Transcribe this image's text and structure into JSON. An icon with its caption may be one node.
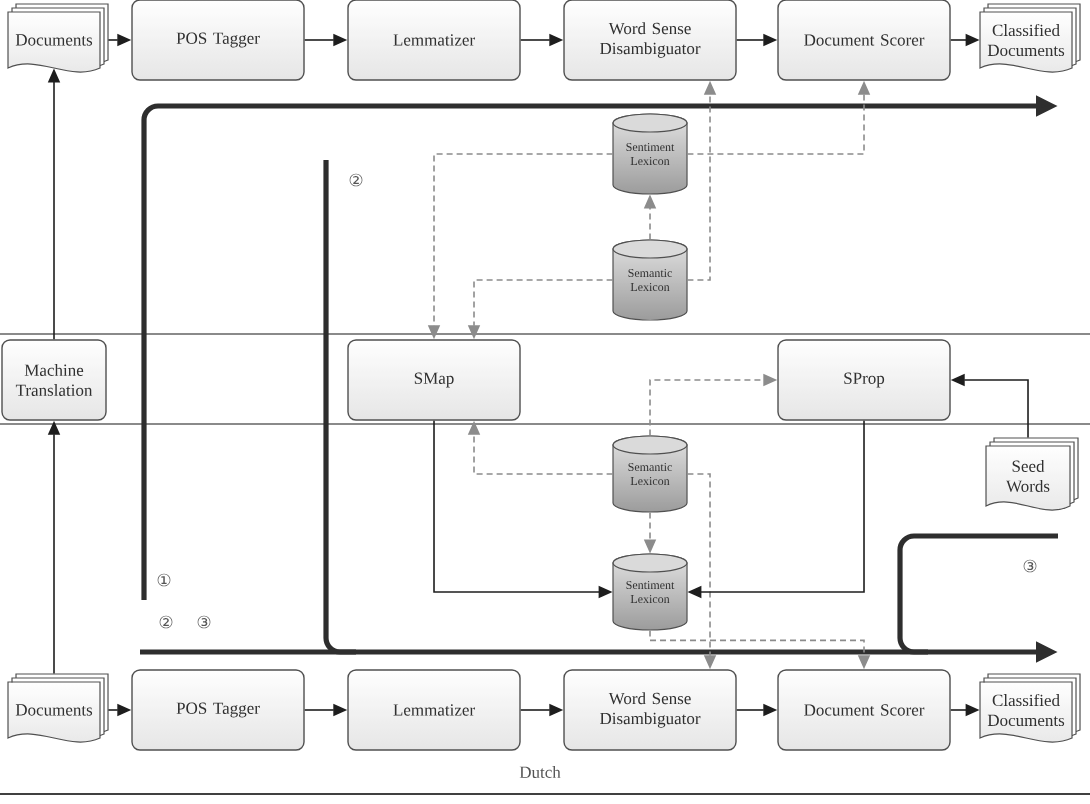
{
  "diagram": {
    "nodes": [
      {
        "text": [
          "Documents"
        ]
      },
      {
        "text": [
          "POS Tagger"
        ]
      },
      {
        "text": [
          "Lemmatizer"
        ]
      },
      {
        "text": [
          "Word Sense Disambiguator"
        ]
      },
      {
        "text": [
          "Document Scorer"
        ]
      },
      {
        "text": [
          "Classified Documents"
        ]
      },
      {
        "text": [
          "Sentiment Lexicon"
        ]
      },
      {
        "text": [
          "Semantic Lexicon"
        ]
      },
      {
        "text": [
          "Machine Translation"
        ]
      },
      {
        "text": [
          "SMap"
        ]
      },
      {
        "text": [
          "SProp"
        ]
      },
      {
        "text": [
          "Seed Words"
        ]
      },
      {
        "text": [
          "Semantic Lexicon"
        ]
      },
      {
        "text": [
          "Sentiment Lexicon"
        ]
      },
      {
        "text": [
          "Documents"
        ]
      },
      {
        "text": [
          "POS Tagger"
        ]
      },
      {
        "text": [
          "Lemmatizer"
        ]
      },
      {
        "text": [
          "Word Sense Disambiguator"
        ]
      },
      {
        "text": [
          "Document Scorer"
        ]
      },
      {
        "text": [
          "Classified Documents"
        ]
      }
    ],
    "edges": [
      {
        "from": 0,
        "to": 1,
        "arrow": "to"
      },
      {
        "from": 1,
        "to": 2,
        "arrow": "to"
      },
      {
        "from": 2,
        "to": 3,
        "arrow": "to"
      },
      {
        "from": 3,
        "to": 4,
        "arrow": "to"
      },
      {
        "from": 4,
        "to": 5,
        "arrow": "to"
      },
      {
        "from": 14,
        "to": 8,
        "arrow": "to"
      },
      {
        "from": 8,
        "to": 0,
        "arrow": "to"
      },
      {
        "from": 7,
        "to": 6,
        "arrow": "to",
        "style": "dashed",
        "color": "#8c8c8c"
      },
      {
        "from": 6,
        "to": 9,
        "arrow": "to",
        "style": "dashed",
        "color": "#8c8c8c"
      },
      {
        "from": 6,
        "to": 4,
        "arrow": "to",
        "style": "dashed",
        "color": "#8c8c8c"
      },
      {
        "from": 7,
        "to": 9,
        "arrow": "to",
        "style": "dashed",
        "color": "#8c8c8c"
      },
      {
        "from": 7,
        "to": 3,
        "arrow": "to",
        "style": "dashed",
        "color": "#8c8c8c"
      },
      {
        "from": 11,
        "to": 10,
        "arrow": "to"
      },
      {
        "from": 12,
        "to": 10,
        "arrow": "to",
        "style": "dashed",
        "color": "#8c8c8c"
      },
      {
        "from": 12,
        "to": 9,
        "arrow": "to",
        "style": "dashed",
        "color": "#8c8c8c"
      },
      {
        "from": 12,
        "to": 13,
        "arrow": "to",
        "style": "dashed",
        "color": "#8c8c8c"
      },
      {
        "from": 12,
        "to": 17,
        "arrow": "to",
        "style": "dashed",
        "color": "#8c8c8c"
      },
      {
        "from": 13,
        "to": 18,
        "arrow": "to",
        "style": "dashed",
        "color": "#8c8c8c"
      },
      {
        "from": 9,
        "to": 13,
        "arrow": "to"
      },
      {
        "from": 10,
        "to": 13,
        "arrow": "to"
      },
      {
        "from": 14,
        "to": 15,
        "arrow": "to"
      },
      {
        "from": 15,
        "to": 16,
        "arrow": "to"
      },
      {
        "from": 16,
        "to": 17,
        "arrow": "to"
      },
      {
        "from": 17,
        "to": 18,
        "arrow": "to"
      },
      {
        "from": 18,
        "to": 19,
        "arrow": "to"
      }
    ],
    "labels": [
      "②",
      "③",
      "①",
      "②",
      "③",
      "Dutch"
    ]
  }
}
